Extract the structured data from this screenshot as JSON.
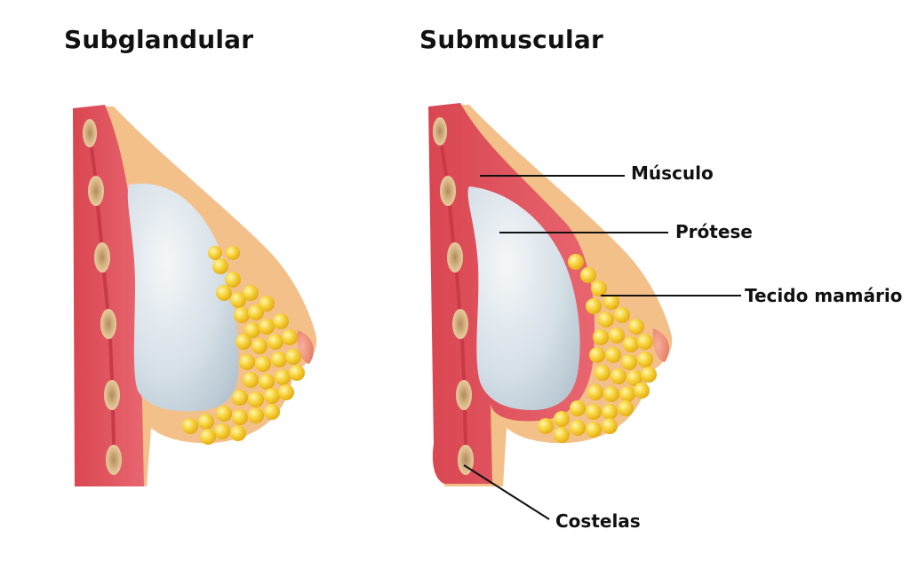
{
  "titles": {
    "left": "Subglandular",
    "right": "Submuscular"
  },
  "labels": {
    "muscle": "Músculo",
    "implant": "Prótese",
    "tissue": "Tecido mamário",
    "ribs": "Costelas"
  },
  "colors": {
    "skin": "#f4c08a",
    "muscle": "#e4545f",
    "muscle_dark": "#c23a47",
    "rib": "#d6b27d",
    "implant_light": "#f3f6f8",
    "implant_dark": "#b8c8d3",
    "fat": "#f4c21a",
    "fat_light": "#fff3a0",
    "areola": "#ee8a74",
    "text": "#111111"
  },
  "icons": {
    "left_diagram": "subglandular-breast-implant-cross-section",
    "right_diagram": "submuscular-breast-implant-cross-section"
  }
}
